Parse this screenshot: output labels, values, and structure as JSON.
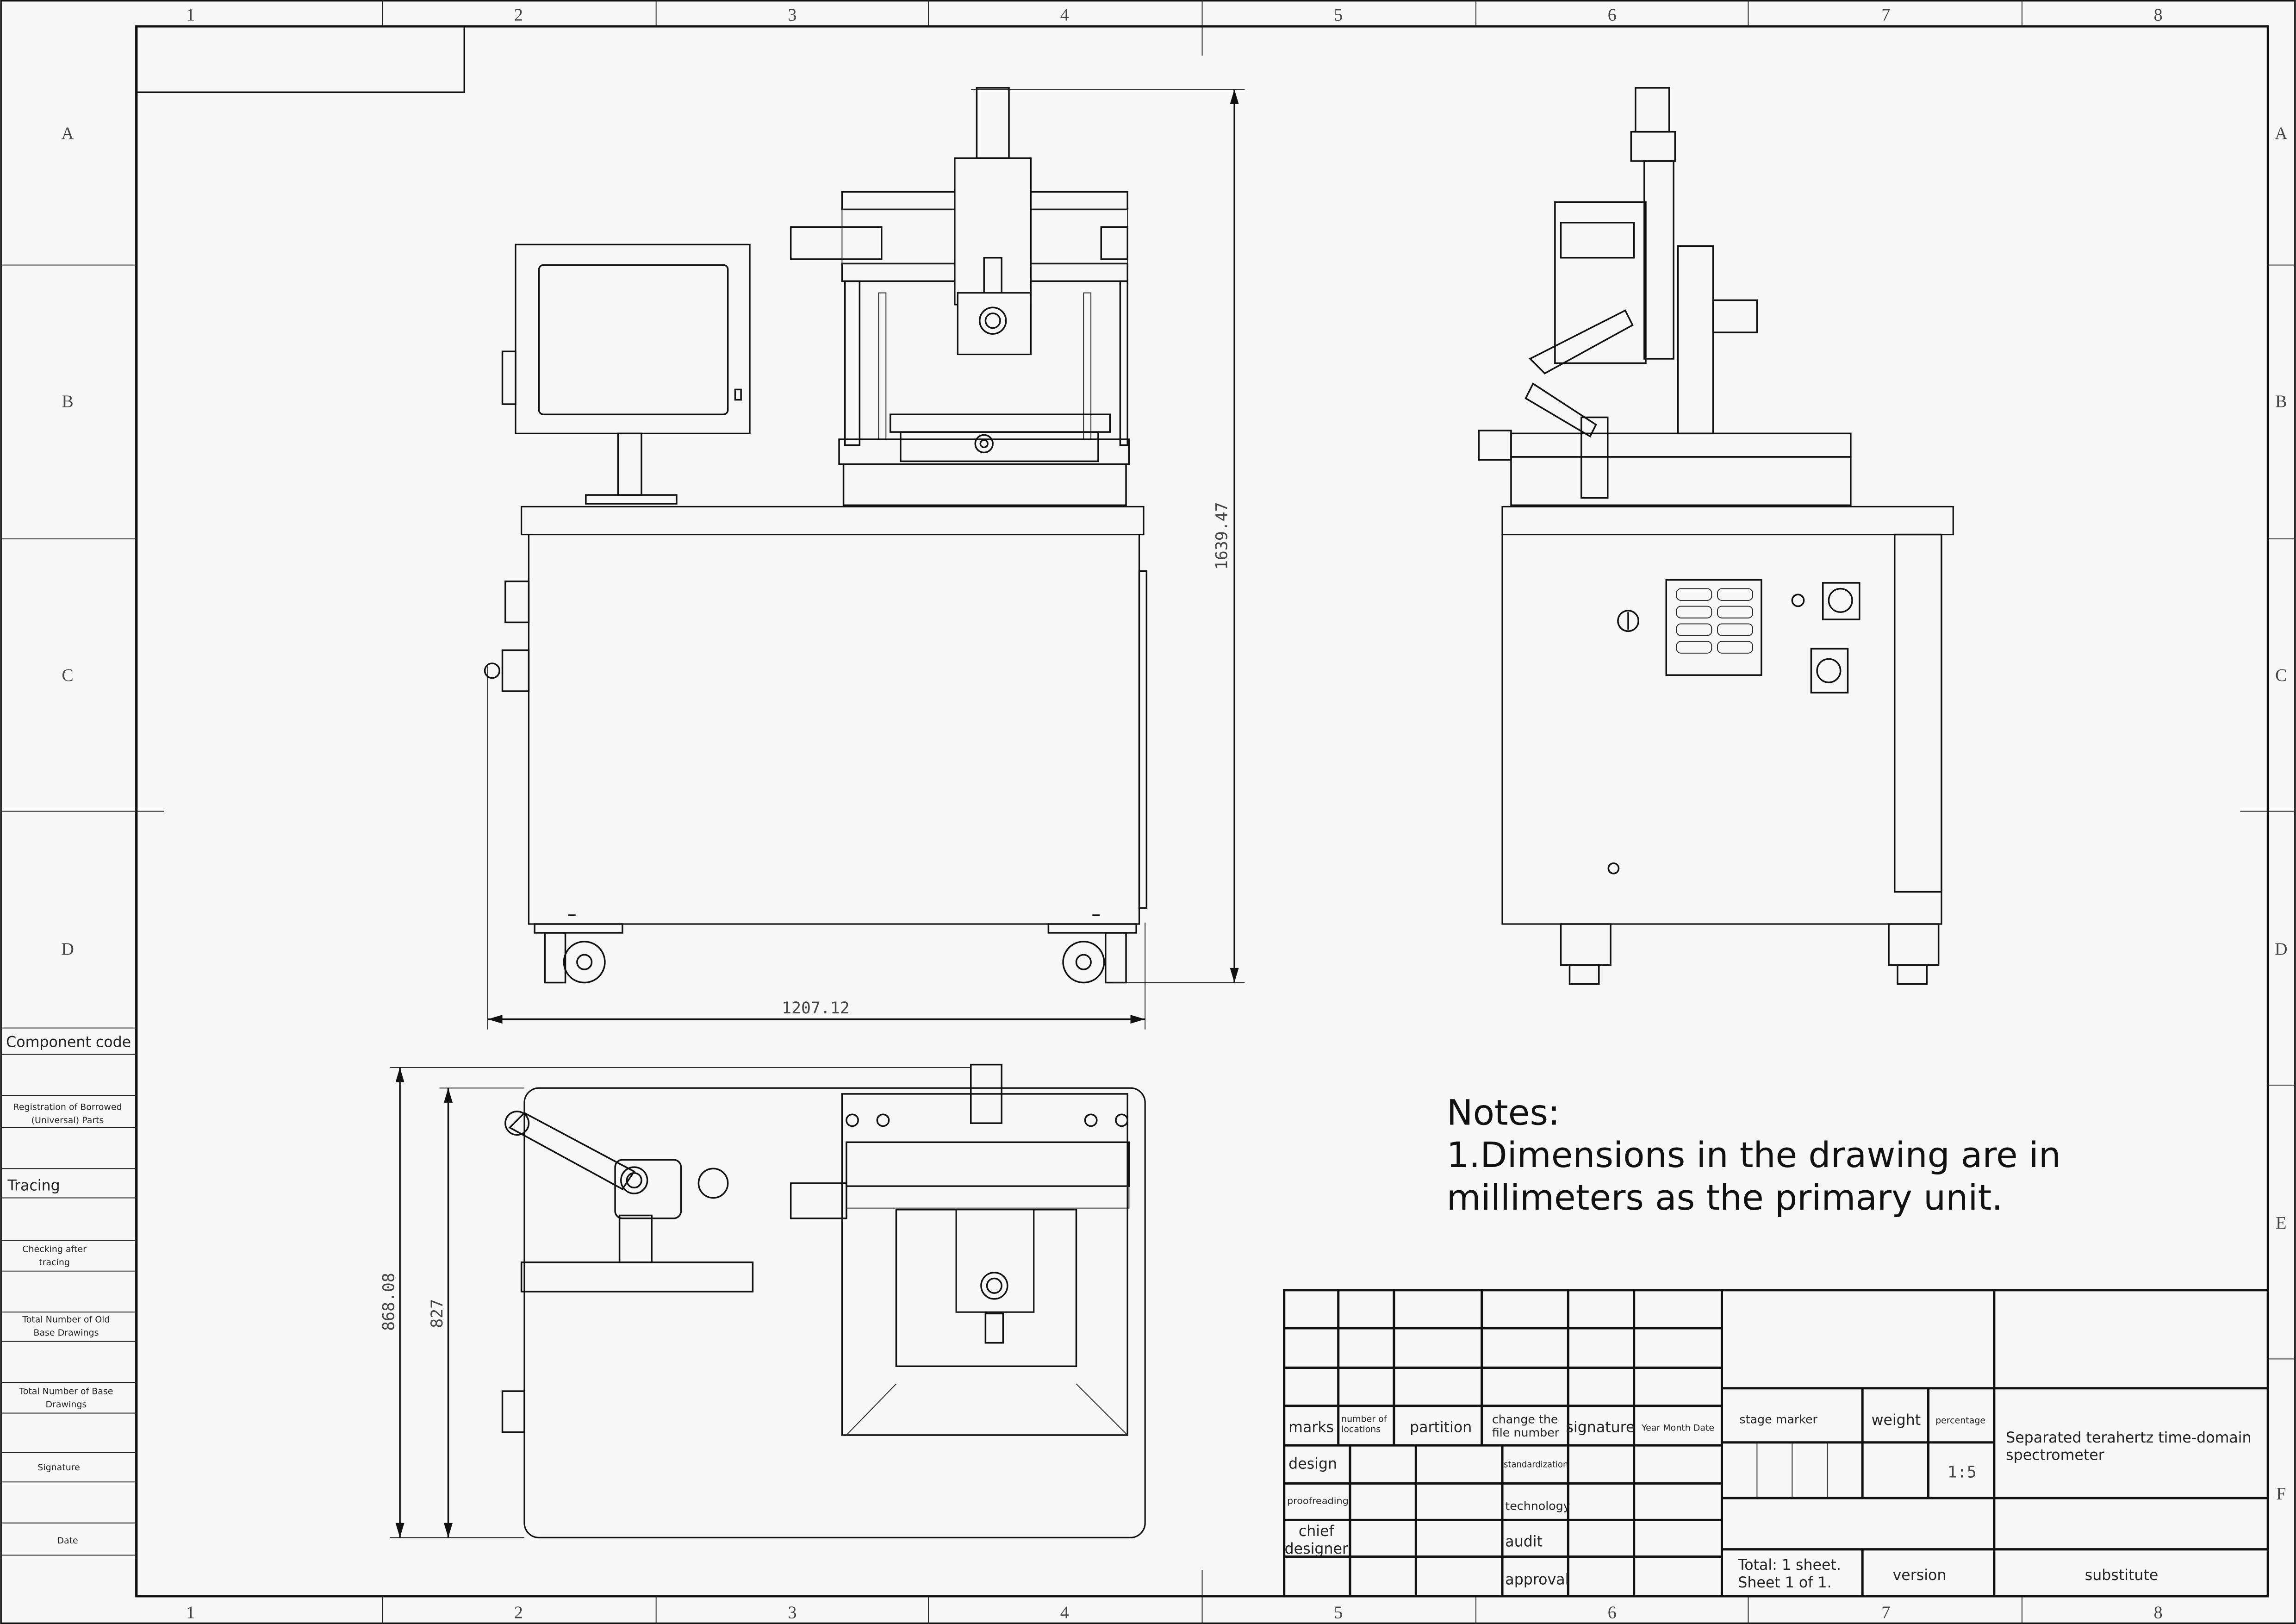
{
  "zones": {
    "columns": [
      "1",
      "2",
      "3",
      "4",
      "5",
      "6",
      "7",
      "8"
    ],
    "rows": [
      "A",
      "B",
      "C",
      "D",
      "E",
      "F"
    ]
  },
  "left_table": {
    "labels": [
      "Component code",
      "Registration of Borrowed",
      "(Universal) Parts",
      "Tracing",
      "Checking after",
      "tracing",
      "Total Number of Old",
      "Base Drawings",
      "Total Number of Base",
      "Drawings",
      "Signature",
      "Date"
    ]
  },
  "dimensions": {
    "overall_height": "1639.47",
    "overall_width": "1207.12",
    "top_view_depth": "868.08",
    "top_view_inner_depth": "827"
  },
  "notes": {
    "title": "Notes:",
    "line1": "1.Dimensions in the drawing are in",
    "line2": "millimeters as the primary unit."
  },
  "title_block": {
    "marks": "marks",
    "number_of_locations_1": "number of",
    "number_of_locations_2": "locations",
    "partition": "partition",
    "change_file_1": "change the",
    "change_file_2": "file number",
    "signature": "signature",
    "ymd": "Year  Month  Date",
    "design": "design",
    "standardization": "standardization",
    "proofreading": "proofreading",
    "technology": "technology",
    "chief_1": "chief",
    "chief_2": "designer",
    "audit": "audit",
    "approval": "approval",
    "stage_marker": "stage marker",
    "weight": "weight",
    "percentage": "percentage",
    "scale": "1:5",
    "product_name_1": "Separated terahertz time-domain",
    "product_name_2": "spectrometer",
    "sheets_1": "Total: 1 sheet.",
    "sheets_2": "Sheet 1 of 1.",
    "version": "version",
    "substitute": "substitute"
  }
}
